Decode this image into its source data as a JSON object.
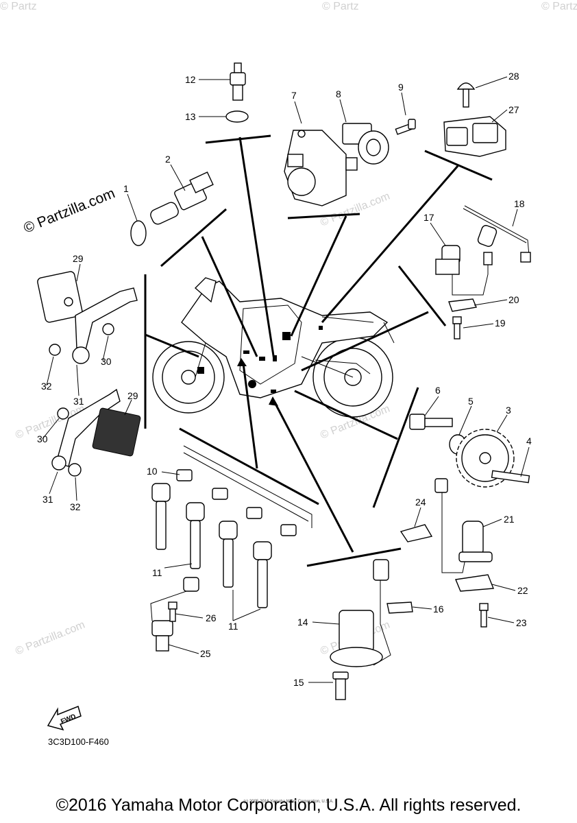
{
  "watermark": {
    "text": "© Partzilla.com",
    "corner_text": "© Partz"
  },
  "callouts": [
    "1",
    "2",
    "3",
    "4",
    "5",
    "6",
    "7",
    "8",
    "9",
    "10",
    "11",
    "11",
    "12",
    "13",
    "14",
    "15",
    "16",
    "17",
    "18",
    "19",
    "20",
    "21",
    "22",
    "23",
    "24",
    "25",
    "26",
    "27",
    "28",
    "29",
    "29",
    "30",
    "30",
    "31",
    "31",
    "32",
    "32"
  ],
  "fwd_label": "FWD",
  "diagram_code": "3C3D100-F460",
  "small_copyright": "(c) 2005-2016 Yamaha Motor Corporation, U.S.A.",
  "copyright": "©2016 Yamaha Motor Corporation, U.S.A. All rights reserved."
}
